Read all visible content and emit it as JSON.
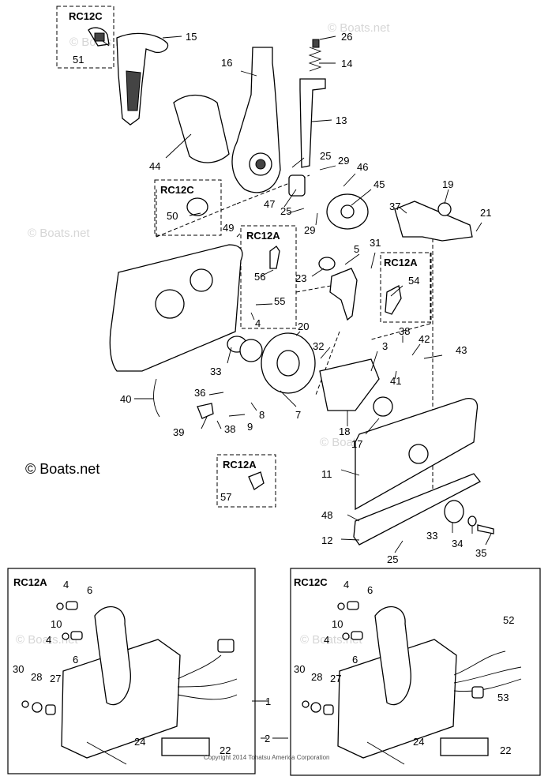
{
  "watermark": "© Boats.net",
  "copyright": "Copyright 2014 Tohatsu America Corporation",
  "model_boxes": {
    "rc12c_top": "RC12C",
    "rc12c_mid": "RC12C",
    "rc12a_mid": "RC12A",
    "rc12a_right": "RC12A",
    "rc12a_low": "RC12A",
    "rc12a_panel": "RC12A",
    "rc12c_panel": "RC12C"
  },
  "callouts": {
    "c51": "51",
    "c15": "15",
    "c26": "26",
    "c14": "14",
    "c16": "16",
    "c13": "13",
    "c44": "44",
    "c25a": "25",
    "c29a": "29",
    "c46": "46",
    "c47": "47",
    "c45": "45",
    "c19": "19",
    "c37": "37",
    "c21": "21",
    "c50": "50",
    "c25b": "25",
    "c29b": "29",
    "c49": "49",
    "c56": "56",
    "c31": "31",
    "c5": "5",
    "c23": "23",
    "c54": "54",
    "c55": "55",
    "c4": "4",
    "c20": "20",
    "c38a": "38",
    "c42": "42",
    "c43": "43",
    "c32": "32",
    "c3": "3",
    "c41": "41",
    "c33a": "33",
    "c36": "36",
    "c40": "40",
    "c8": "8",
    "c7": "7",
    "c9": "9",
    "c39": "39",
    "c38b": "38",
    "c18": "18",
    "c17": "17",
    "c11": "11",
    "c57": "57",
    "c48": "48",
    "c12": "12",
    "c33b": "33",
    "c34": "34",
    "c35": "35",
    "c25c": "25",
    "pa4a": "4",
    "pa6a": "6",
    "pa10": "10",
    "pa4b": "4",
    "pa6b": "6",
    "pa30": "30",
    "pa28": "28",
    "pa27": "27",
    "pa24": "24",
    "pa22": "22",
    "pa1": "1",
    "pc4a": "4",
    "pc6a": "6",
    "pc10": "10",
    "pc52": "52",
    "pc4b": "4",
    "pc6b": "6",
    "pc30": "30",
    "pc28": "28",
    "pc27": "27",
    "pc53": "53",
    "pc24": "24",
    "pc22": "22",
    "pc2": "2"
  }
}
